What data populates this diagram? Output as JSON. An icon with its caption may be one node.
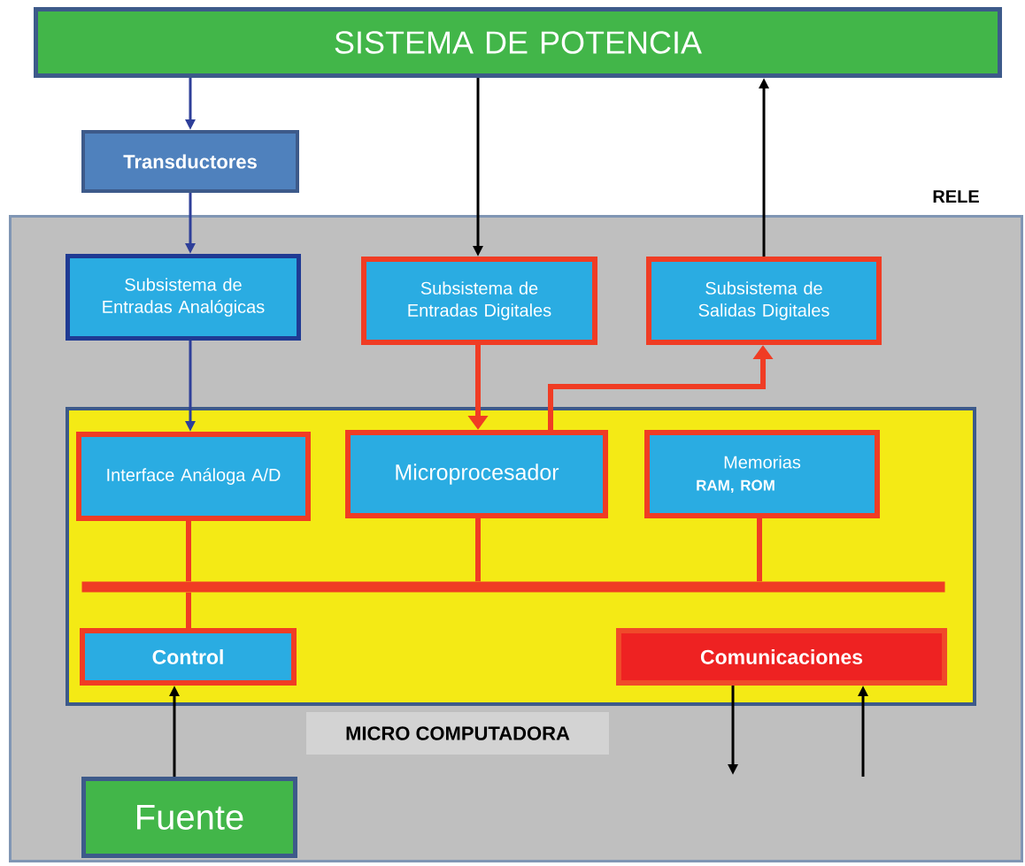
{
  "diagram": {
    "nodes": [
      {
        "text": [
          "SISTEMA DE POTENCIA"
        ]
      },
      {
        "text": [
          "Transductores"
        ]
      },
      {
        "text": [
          "RELE"
        ]
      },
      {
        "text": [
          "Subsistema de Entradas Analógicas"
        ],
        "in": 2
      },
      {
        "text": [
          "Subsistema de Entradas Digitales"
        ],
        "in": 2
      },
      {
        "text": [
          "Subsistema de Salidas Digitales"
        ],
        "in": 2
      },
      {
        "text": [
          "MICRO COMPUTADORA"
        ],
        "in": 2
      },
      {
        "text": [
          "Interface Análoga A/D"
        ],
        "in": 6
      },
      {
        "text": [
          "Microprocesador"
        ],
        "in": 6
      },
      {
        "text": [
          "Memorias",
          "RAM, ROM"
        ],
        "in": 6
      },
      {
        "text": [],
        "shape": "bar",
        "in": 6
      },
      {
        "text": [
          "Control"
        ],
        "in": 6
      },
      {
        "text": [
          "Comunicaciones"
        ],
        "in": 6
      },
      {
        "text": [
          "Fuente"
        ],
        "in": 2
      }
    ],
    "edges": [
      {
        "from": 0,
        "to": 1,
        "arrow": "to",
        "color": "#2e3f99"
      },
      {
        "from": 1,
        "to": 3,
        "arrow": "to",
        "color": "#2e3f99"
      },
      {
        "from": 3,
        "to": 7,
        "arrow": "to",
        "color": "#2e3f99"
      },
      {
        "from": 0,
        "to": 4,
        "arrow": "to",
        "color": "#000000"
      },
      {
        "from": 5,
        "to": 0,
        "arrow": "to",
        "color": "#000000"
      },
      {
        "from": 4,
        "to": 8,
        "arrow": "to",
        "style": "thick",
        "color": "#f03c24"
      },
      {
        "from": 8,
        "to": 5,
        "arrow": "to",
        "style": "thick",
        "color": "#f03c24"
      },
      {
        "from": 7,
        "to": 10,
        "arrow": "none",
        "style": "thick",
        "color": "#f03c24"
      },
      {
        "from": 8,
        "to": 10,
        "arrow": "none",
        "style": "thick",
        "color": "#f03c24"
      },
      {
        "from": 9,
        "to": 10,
        "arrow": "none",
        "style": "thick",
        "color": "#f03c24"
      },
      {
        "from": 10,
        "to": 11,
        "arrow": "none",
        "style": "thick",
        "color": "#f03c24"
      },
      {
        "from": 13,
        "to": 11,
        "arrow": "to",
        "color": "#000000"
      },
      {
        "from": 12,
        "to": null,
        "arrow": "to",
        "color": "#000000"
      },
      {
        "from": null,
        "to": 12,
        "arrow": "to",
        "color": "#000000"
      }
    ]
  }
}
